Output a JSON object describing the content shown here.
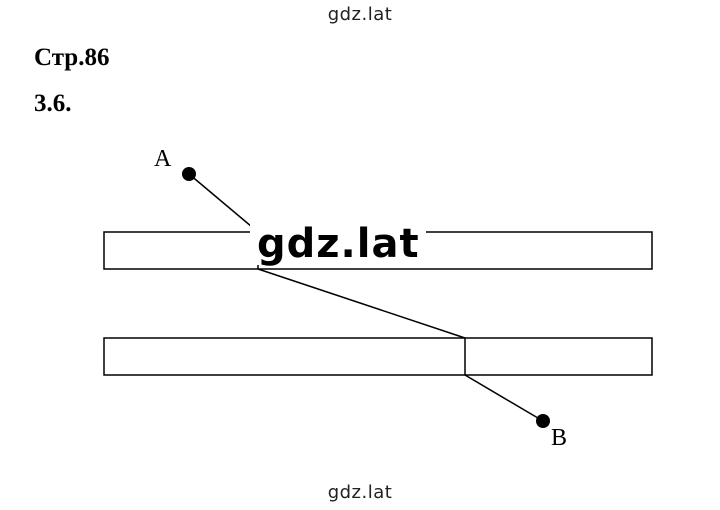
{
  "watermark": {
    "top": "gdz.lat",
    "center": "gdz.lat",
    "bottom": "gdz.lat"
  },
  "header": {
    "page_ref": "Стр.86",
    "task_number": "3.6."
  },
  "diagram": {
    "point_a_label": "A",
    "point_b_label": "B"
  }
}
